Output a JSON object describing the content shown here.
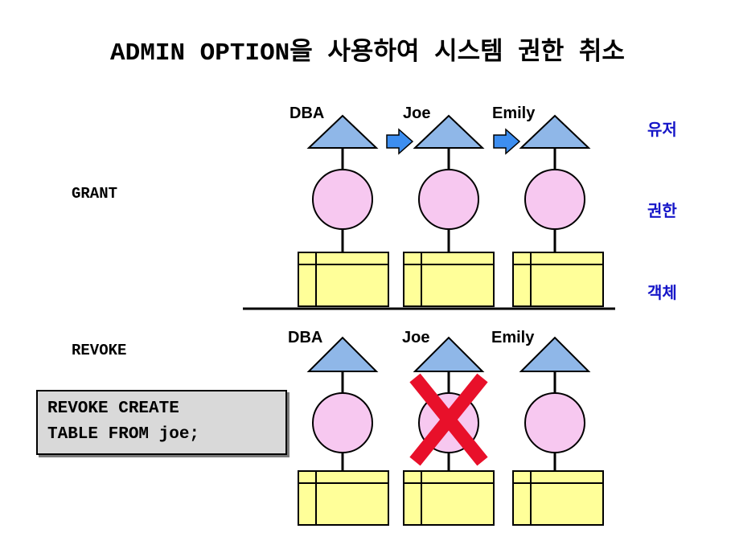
{
  "title": "ADMIN OPTION을 사용하여 시스템 권한 취소",
  "sections": {
    "grant": "GRANT",
    "revoke": "REVOKE"
  },
  "legend": {
    "user": "유저",
    "privilege": "권한",
    "object": "객체"
  },
  "users": [
    "DBA",
    "Joe",
    "Emily"
  ],
  "revoke_statement": {
    "line1": "REVOKE CREATE",
    "line2": "TABLE FROM joe;"
  },
  "revoked_user": "Joe",
  "colors": {
    "user_triangle": "#8fb7e8",
    "privilege_circle": "#f7c8f0",
    "object_table": "#ffff99",
    "arrow": "#3d8ef0",
    "cross": "#e8102a",
    "legend_text": "#1515c8"
  }
}
